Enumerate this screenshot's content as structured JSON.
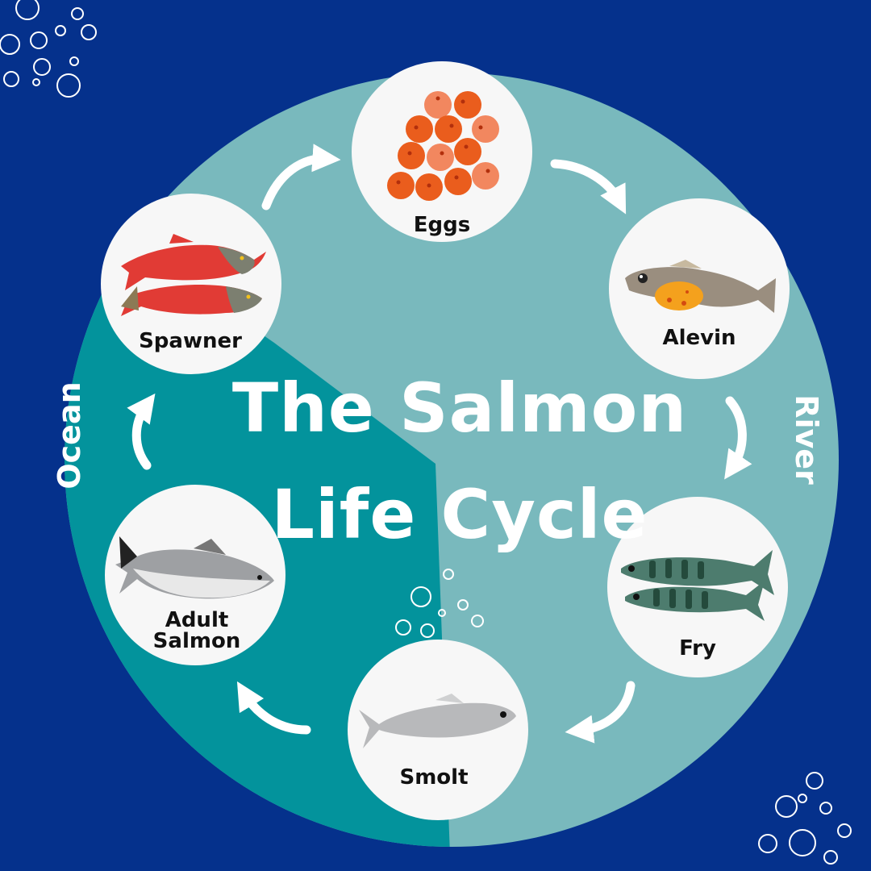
{
  "title": {
    "line1": "The Salmon",
    "line2": "Life Cycle"
  },
  "zones": {
    "ocean": "Ocean",
    "river": "River"
  },
  "stages": [
    {
      "id": "eggs",
      "label": "Eggs"
    },
    {
      "id": "alevin",
      "label": "Alevin"
    },
    {
      "id": "fry",
      "label": "Fry"
    },
    {
      "id": "smolt",
      "label": "Smolt"
    },
    {
      "id": "adult-salmon",
      "label_line1": "Adult",
      "label_line2": "Salmon"
    },
    {
      "id": "spawner",
      "label": "Spawner"
    }
  ],
  "colors": {
    "background": "#05318c",
    "river_zone": "#79b9bd",
    "ocean_zone": "#03939c",
    "stage_circle": "#f7f7f7",
    "text_light": "#ffffff",
    "arrow": "#ffffff"
  }
}
